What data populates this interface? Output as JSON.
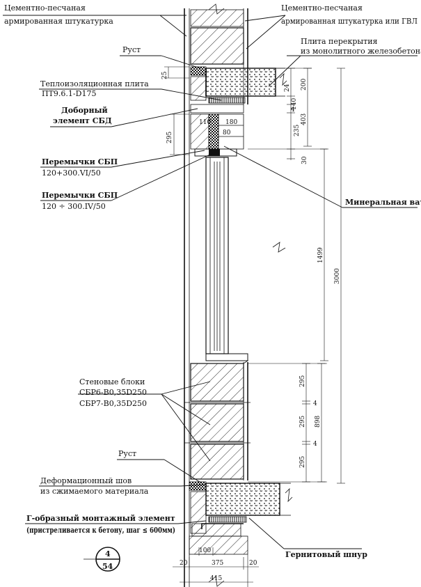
{
  "labels": {
    "plaster_left_1": "Цементно-песчаная",
    "plaster_left_2": "армированная штукатурка",
    "plaster_right_1": "Цементно-песчаная",
    "plaster_right_2": "армированная штукатурка или ГВЛ",
    "rust_top": "Руст",
    "slab_1": "Плита перекрытия",
    "slab_2": "из монолитного железобетона",
    "insulation_1": "Теплоизоляционная плита",
    "insulation_2": "ПТ9.6.1-D175",
    "sbd_1": "Доборный",
    "sbd_2": "элемент СБД",
    "lintel_a_1": "Перемычки СБП",
    "lintel_a_2": "120+300.VI/50",
    "lintel_b_1": "Перемычки СБП",
    "lintel_b_2": "120 ÷ 300.IV/50",
    "mineral_wool": "Минеральная вата",
    "wall_blocks_1": "Стеновые блоки",
    "wall_blocks_2": "СБР6-В0,35D250",
    "wall_blocks_3": "СБР7-В0,35D250",
    "rust_bottom": "Руст",
    "joint_1": "Деформационный шов",
    "joint_2": "из сжимаемого материала",
    "mount_1": "Г-образный монтажный элемент",
    "mount_2": "(пристреливается к бетону, шаг ≤ 600мм)",
    "gernit": "Гернитовый шнур"
  },
  "dims": {
    "d25": "25",
    "d24": "24",
    "d200": "200",
    "d140": "140",
    "d4a": "4",
    "d403": "403",
    "d235": "235",
    "d110": "110",
    "d180": "180",
    "d80": "80",
    "d295_top": "295",
    "d30": "30",
    "d1499": "1499",
    "d3000": "3000",
    "d295_1": "295",
    "d4_1": "4",
    "d295_2": "295",
    "d898": "898",
    "d4_2": "4",
    "d295_3": "295",
    "d100": "100",
    "d20_left": "20",
    "d375": "375",
    "d20_right": "20",
    "d415": "415"
  },
  "marker": {
    "top": "4",
    "bottom": "54"
  }
}
